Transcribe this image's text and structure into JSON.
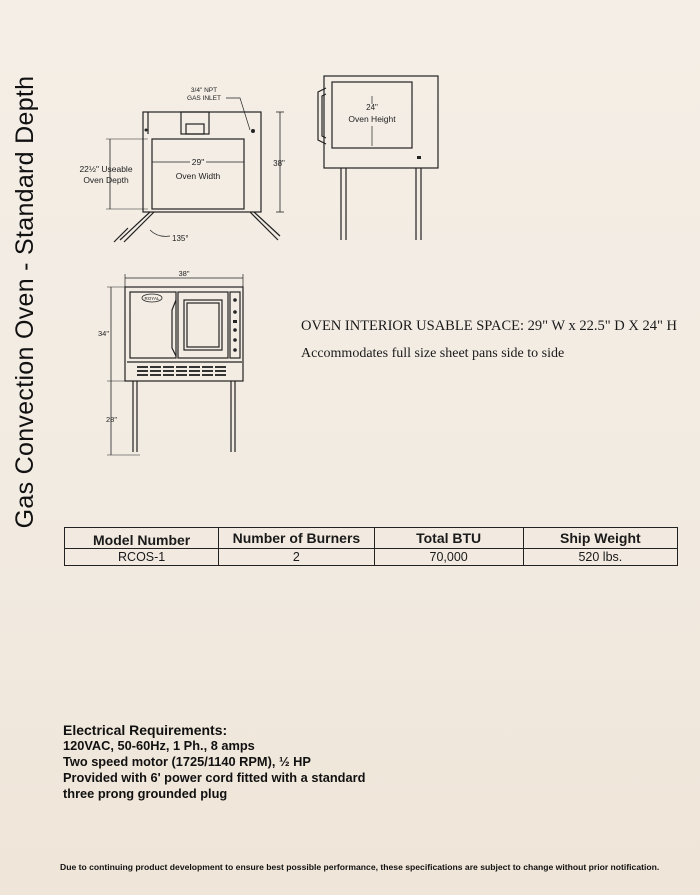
{
  "title": "Gas Convection Oven - Standard Depth",
  "top_view": {
    "gas_inlet_line1": "3/4\" NPT",
    "gas_inlet_line2": "GAS INLET",
    "depth_line1": "22½\" Useable",
    "depth_line2": "Oven Depth",
    "width_dim": "29\"",
    "width_label": "Oven Width",
    "height_dim": "38\"",
    "angle_dim": "135°"
  },
  "side_view": {
    "height_dim": "24\"",
    "height_label": "Oven Height"
  },
  "front_view": {
    "width_dim": "38\"",
    "body_dim": "34\"",
    "leg_dim": "28\"",
    "logo": "ROYAL"
  },
  "interior_space": "OVEN INTERIOR USABLE SPACE: 29\" W x 22.5\" D X 24\" H",
  "accommodates": "Accommodates full size sheet pans side to side",
  "spec_table": {
    "headers": [
      "Model Number",
      "Number of Burners",
      "Total BTU",
      "Ship Weight"
    ],
    "row": [
      "RCOS-1",
      "2",
      "70,000",
      "520 lbs."
    ]
  },
  "electrical": {
    "heading": "Electrical Requirements:",
    "lines": [
      "120VAC, 50-60Hz, 1 Ph., 8 amps",
      "Two speed motor (1725/1140 RPM), ½ HP",
      "Provided with 6' power cord fitted with a standard",
      "three prong grounded plug"
    ]
  },
  "footer": "Due to continuing product development to ensure best possible performance, these specifications are subject to change without prior notification."
}
